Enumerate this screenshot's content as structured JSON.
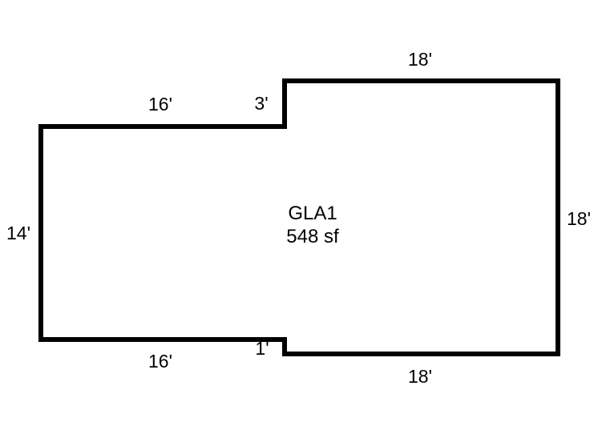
{
  "sketch": {
    "line_color": "#000000",
    "background_color": "#ffffff",
    "area": {
      "name": "GLA1",
      "size": "548 sf"
    },
    "dimensions": {
      "top_left": "16'",
      "top_step": "3'",
      "top_right": "18'",
      "right": "18'",
      "left": "14'",
      "bottom_left": "16'",
      "bottom_step": "1'",
      "bottom_right": "18'"
    }
  }
}
